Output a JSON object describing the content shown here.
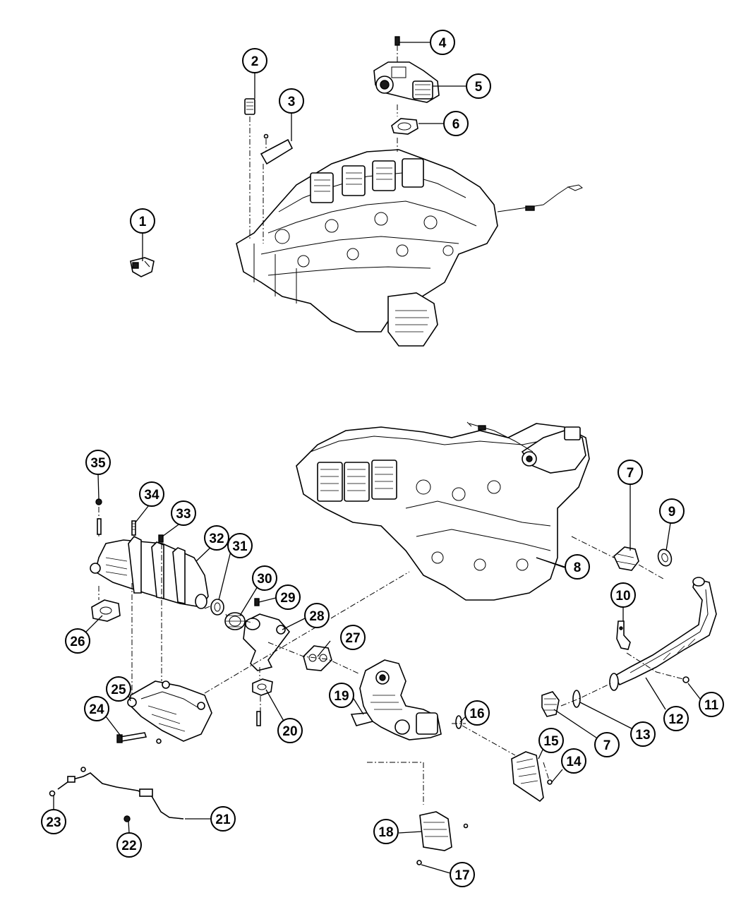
{
  "callouts": [
    {
      "id": "c1",
      "label": "1"
    },
    {
      "id": "c2",
      "label": "2"
    },
    {
      "id": "c3",
      "label": "3"
    },
    {
      "id": "c4",
      "label": "4"
    },
    {
      "id": "c5",
      "label": "5"
    },
    {
      "id": "c6",
      "label": "6"
    },
    {
      "id": "c7a",
      "label": "7"
    },
    {
      "id": "c7b",
      "label": "7"
    },
    {
      "id": "c8",
      "label": "8"
    },
    {
      "id": "c9",
      "label": "9"
    },
    {
      "id": "c10",
      "label": "10"
    },
    {
      "id": "c11",
      "label": "11"
    },
    {
      "id": "c12",
      "label": "12"
    },
    {
      "id": "c13",
      "label": "13"
    },
    {
      "id": "c14",
      "label": "14"
    },
    {
      "id": "c15",
      "label": "15"
    },
    {
      "id": "c16",
      "label": "16"
    },
    {
      "id": "c17",
      "label": "17"
    },
    {
      "id": "c18",
      "label": "18"
    },
    {
      "id": "c19",
      "label": "19"
    },
    {
      "id": "c20",
      "label": "20"
    },
    {
      "id": "c21",
      "label": "21"
    },
    {
      "id": "c22",
      "label": "22"
    },
    {
      "id": "c23",
      "label": "23"
    },
    {
      "id": "c24",
      "label": "24"
    },
    {
      "id": "c25",
      "label": "25"
    },
    {
      "id": "c26",
      "label": "26"
    },
    {
      "id": "c27",
      "label": "27"
    },
    {
      "id": "c28",
      "label": "28"
    },
    {
      "id": "c29",
      "label": "29"
    },
    {
      "id": "c30",
      "label": "30"
    },
    {
      "id": "c31",
      "label": "31"
    },
    {
      "id": "c32",
      "label": "32"
    },
    {
      "id": "c33",
      "label": "33"
    },
    {
      "id": "c34",
      "label": "34"
    },
    {
      "id": "c35",
      "label": "35"
    }
  ]
}
